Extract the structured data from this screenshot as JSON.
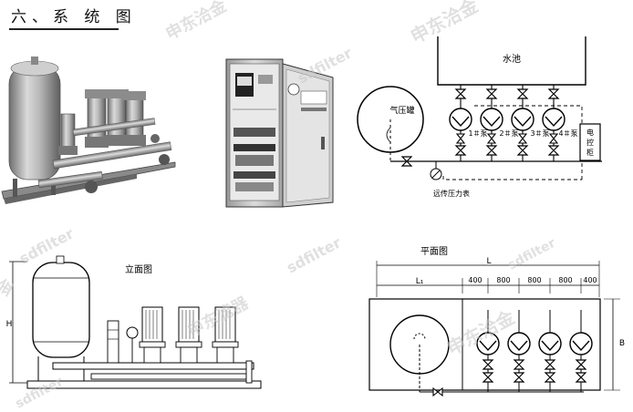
{
  "header": {
    "title": "六、系 统 图"
  },
  "schematic": {
    "tank_label": "水池",
    "pressure_tank_label": "气压罐",
    "pumps": [
      "1＃泵",
      "2＃泵",
      "3＃泵",
      "4＃泵"
    ],
    "control_cabinet": [
      "电",
      "控",
      "柜"
    ],
    "gauge_label": "远传压力表"
  },
  "elevation": {
    "title": "立面图",
    "height_label": "H"
  },
  "plan": {
    "title": "平面图",
    "length_label": "L",
    "segment_l1": "L₁",
    "dims": [
      "400",
      "800",
      "800",
      "800",
      "400"
    ],
    "width_label": "B"
  },
  "watermarks": [
    "申东洽金",
    "sdfilter",
    "申东滤器",
    "金",
    "申东洽金",
    "sdfilter",
    "sdfilter",
    "sdfilter",
    "金"
  ]
}
